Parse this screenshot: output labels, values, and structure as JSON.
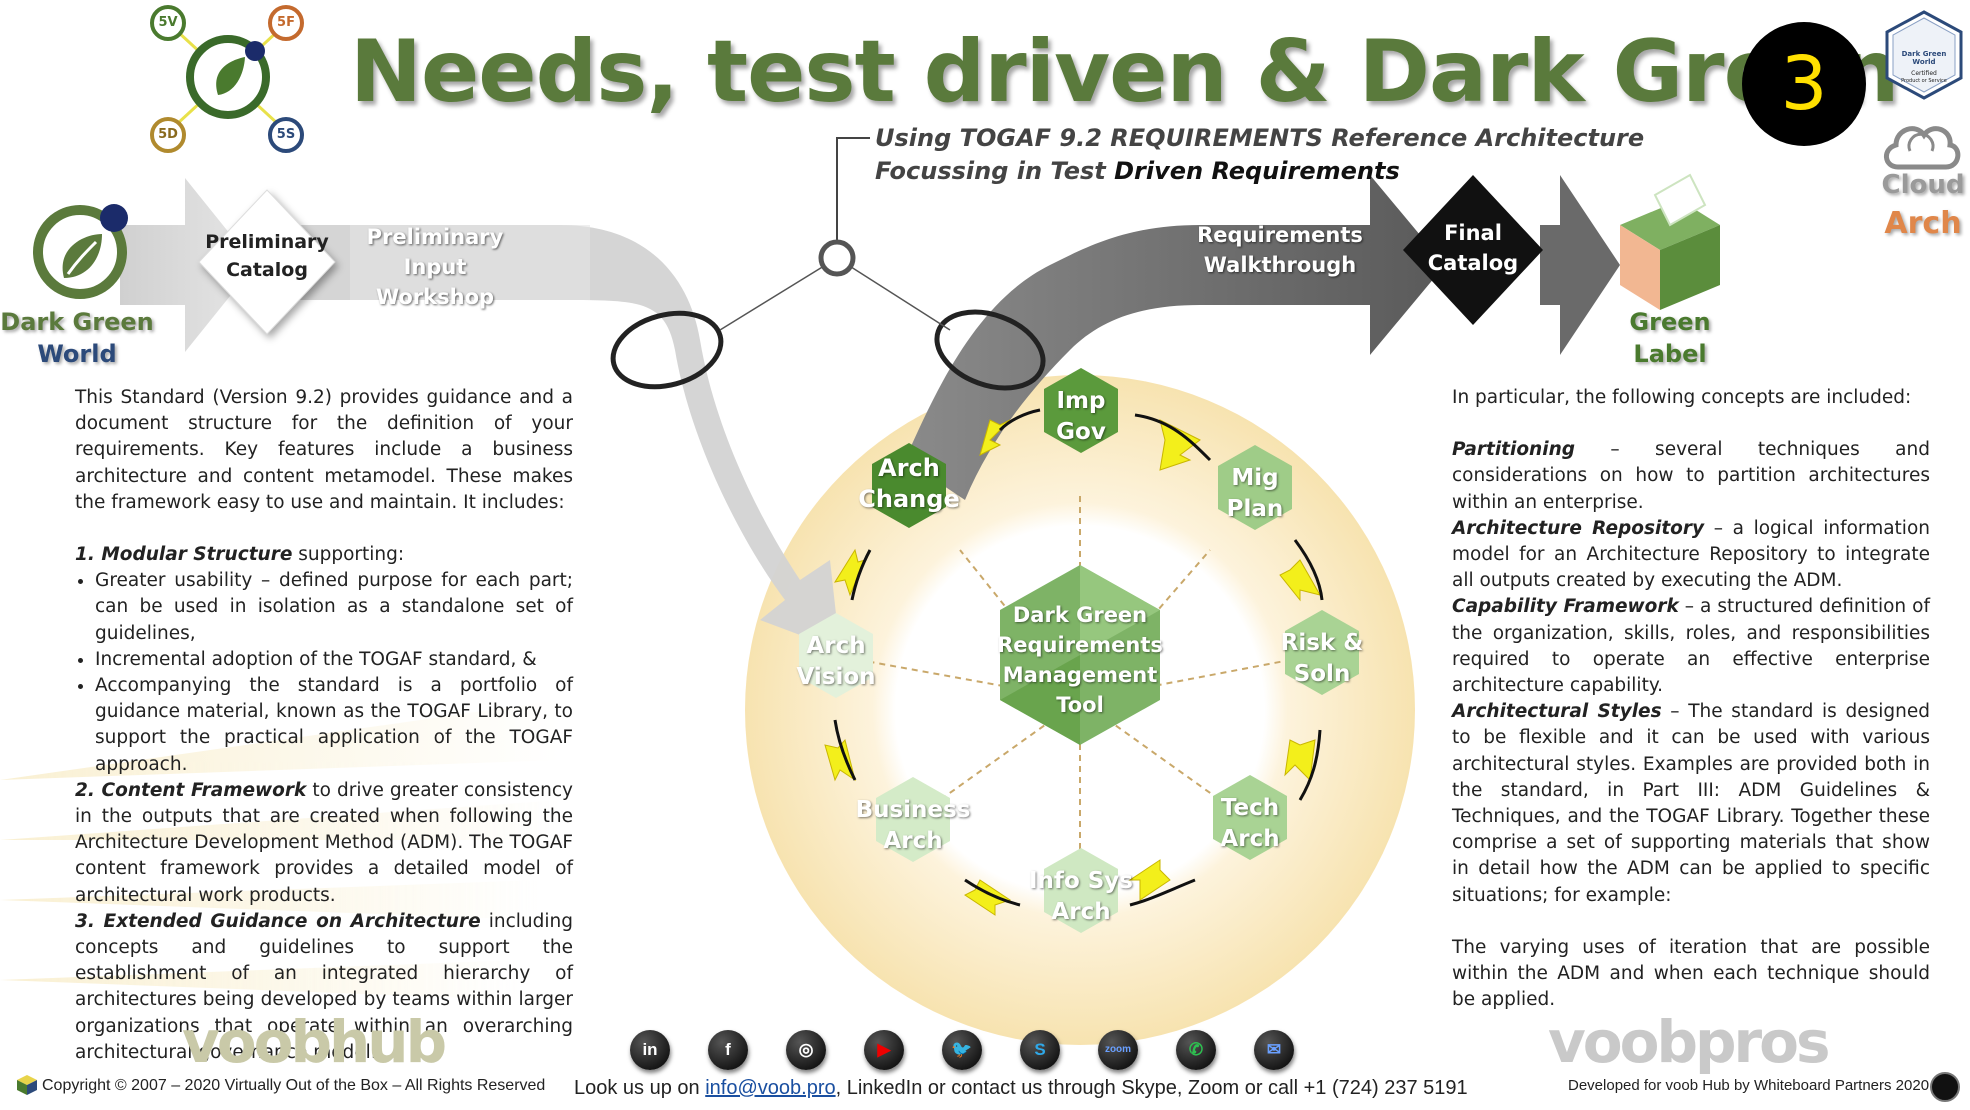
{
  "title": "Needs, test driven & Dark Green",
  "subtitle": {
    "line1": "Using TOGAF 9.2 REQUIREMENTS Reference Architecture",
    "line2_prefix": "Focussing in Test ",
    "line2_bold": "Driven Requirements"
  },
  "step_number": "3",
  "logo_petals": [
    "5V",
    "5F",
    "5D",
    "5S"
  ],
  "left_brand": {
    "line1": "Dark Green",
    "line2": "World"
  },
  "green_label": {
    "line1": "Green",
    "line2": "Label"
  },
  "cloud_arch": {
    "line1": "Cloud",
    "line2": "Arch"
  },
  "certified_badge": {
    "line1": "Dark Green World",
    "line2": "Certified",
    "line3": "Product or Service"
  },
  "flow": {
    "preliminary_catalog": {
      "line1": "Preliminary",
      "line2": "Catalog"
    },
    "preliminary_workshop": {
      "line1": "Preliminary Input",
      "line2": "Workshop"
    },
    "requirements_walkthrough": {
      "line1": "Requirements",
      "line2": "Walkthrough"
    },
    "final_catalog": {
      "line1": "Final",
      "line2": "Catalog"
    }
  },
  "cycle": {
    "center": {
      "line1": "Dark Green",
      "line2": "Requirements",
      "line3": "Management",
      "line4": "Tool"
    },
    "phases": [
      {
        "id": "imp-gov",
        "line1": "Imp",
        "line2": "Gov",
        "color": "#5b9a3c"
      },
      {
        "id": "mig-plan",
        "line1": "Mig",
        "line2": "Plan",
        "color": "#9fcc88"
      },
      {
        "id": "risk-soln",
        "line1": "Risk &",
        "line2": "Soln",
        "color": "#a9d394"
      },
      {
        "id": "tech-arch",
        "line1": "Tech",
        "line2": "Arch",
        "color": "#a9d394"
      },
      {
        "id": "info-sys-arch",
        "line1": "Info Sys",
        "line2": "Arch",
        "color": "#cfe8c2"
      },
      {
        "id": "business-arch",
        "line1": "Business",
        "line2": "Arch",
        "color": "#d4ebc8"
      },
      {
        "id": "arch-vision",
        "line1": "Arch",
        "line2": "Vision",
        "color": "#e3f1db"
      },
      {
        "id": "arch-change",
        "line1": "Arch",
        "line2": "Change",
        "color": "#4a8a2e"
      }
    ]
  },
  "left_text": {
    "intro": "This Standard (Version 9.2) provides guidance and a document structure for the definition of your requirements.  Key features include a business architecture and content metamodel. These  makes the framework easy to use and maintain.  It includes:",
    "s1_heading": "1.  Modular Structure",
    "s1_rest": " supporting:",
    "s1_bullets": [
      "Greater usability – defined purpose for each part; can be used in isolation as a standalone set of guidelines,",
      "Incremental adoption of the TOGAF standard, &",
      "Accompanying the standard is a portfolio of guidance material, known as the TOGAF Library, to support the practical application of the TOGAF approach."
    ],
    "s2_heading": "2. Content Framework",
    "s2_rest": " to drive greater consistency in the outputs that are created when following the Architecture Development Method (ADM). The TOGAF content framework provides a detailed model of architectural work products.",
    "s3_heading": "3.  Extended Guidance on Architecture",
    "s3_rest": " including concepts and guidelines to support the establishment of an integrated hierarchy of architectures being developed by teams within larger organizations that operate within an overarching architectural governance model."
  },
  "right_text": {
    "intro": "In particular, the following concepts are included:",
    "items": [
      {
        "heading": "Partitioning",
        "rest": " – several techniques and considerations on how to partition architectures within an enterprise."
      },
      {
        "heading": "Architecture Repository",
        "rest": " – a logical information model for an Architecture Repository to integrate all outputs created by executing the ADM."
      },
      {
        "heading": "Capability Framework",
        "rest": " – a structured definition of the organization, skills, roles, and responsibilities required to operate an effective enterprise architecture capability."
      },
      {
        "heading": "Architectural Styles",
        "rest": " – The standard is designed to be flexible and it can be used with various architectural styles.  Examples are provided both in the standard, in Part III: ADM Guidelines & Techniques, and the TOGAF Library. Together these comprise a set of supporting materials that show in detail how the ADM can be applied to specific situations; for example:"
      }
    ],
    "outro": "The varying uses of iteration that are possible within the ADM and when each technique should be applied."
  },
  "footer": {
    "left_brand": "voobhub",
    "copyright": "Copyright © 2007 – 2020 Virtually Out of the Box – All Rights Reserved",
    "contact_prefix": "Look us up on ",
    "contact_link": "info@voob.pro",
    "contact_suffix": ", LinkedIn or contact us through Skype, Zoom or call +1 (724) 237 5191",
    "right_brand": "voobpros",
    "developed_by": "Developed for voob Hub by Whiteboard Partners 2020"
  },
  "social_icons": [
    {
      "name": "linkedin-icon",
      "glyph": "in"
    },
    {
      "name": "facebook-icon",
      "glyph": "f"
    },
    {
      "name": "instagram-icon",
      "glyph": "◎"
    },
    {
      "name": "youtube-icon",
      "glyph": "▶"
    },
    {
      "name": "twitter-icon",
      "glyph": "🐦"
    },
    {
      "name": "skype-icon",
      "glyph": "S"
    },
    {
      "name": "zoom-icon",
      "glyph": "zoom"
    },
    {
      "name": "phone-icon",
      "glyph": "✆"
    },
    {
      "name": "email-icon",
      "glyph": "✉"
    }
  ],
  "colors": {
    "title_green": "#5a7a3c",
    "dark_green": "#4a7a2e",
    "world_blue": "#2c4a7a",
    "arch_orange": "#e0874a",
    "ring_cream": "#faecc8"
  }
}
